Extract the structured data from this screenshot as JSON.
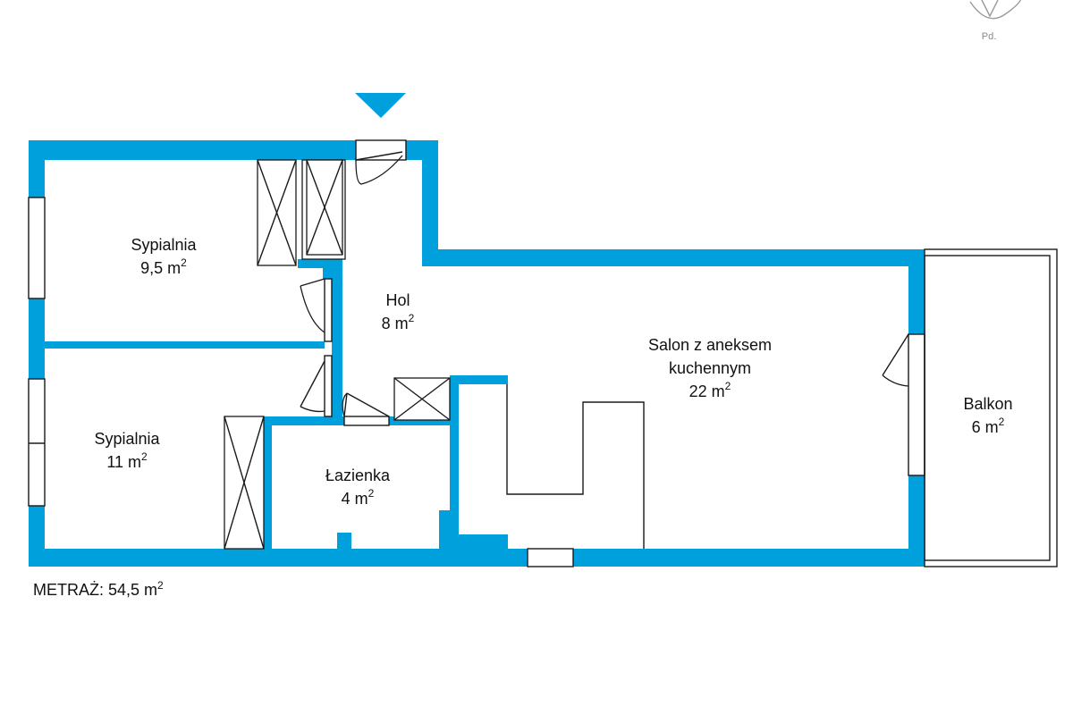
{
  "colors": {
    "wall": "#00a0dc",
    "accent": "#00a0dc",
    "line": "#1a1a1a",
    "compass": "#9a9a9a"
  },
  "compass": {
    "label": "Pd."
  },
  "rooms": [
    {
      "id": "bedroom-1",
      "name": "Sypialnia",
      "area": "9,5 m",
      "unit_sup": "2"
    },
    {
      "id": "hall",
      "name": "Hol",
      "area": "8 m",
      "unit_sup": "2"
    },
    {
      "id": "living",
      "name_line1": "Salon z aneksem",
      "name_line2": "kuchennym",
      "area": "22 m",
      "unit_sup": "2"
    },
    {
      "id": "balcony",
      "name": "Balkon",
      "area": "6 m",
      "unit_sup": "2"
    },
    {
      "id": "bedroom-2",
      "name": "Sypialnia",
      "area": "11 m",
      "unit_sup": "2"
    },
    {
      "id": "bathroom",
      "name": "Łazienka",
      "area": "4 m",
      "unit_sup": "2"
    }
  ],
  "summary": {
    "label": "METRAŻ:",
    "value": "54,5 m",
    "unit_sup": "2"
  }
}
